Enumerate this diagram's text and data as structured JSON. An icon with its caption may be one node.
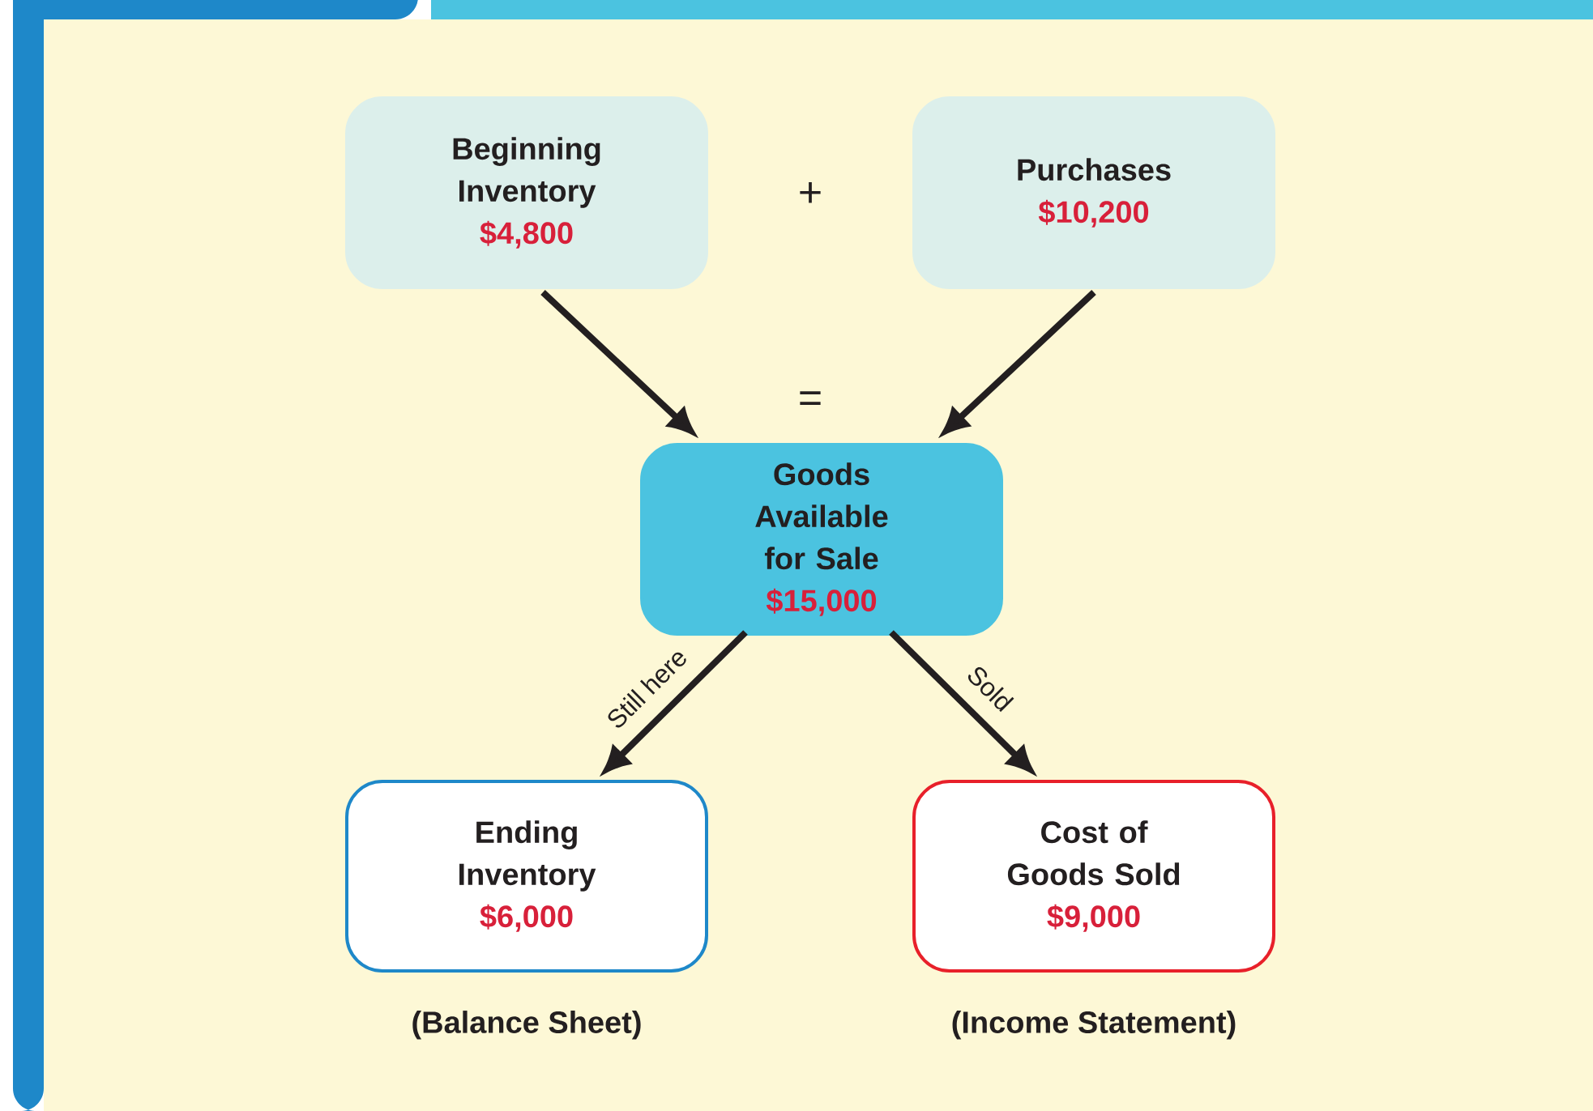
{
  "diagram": {
    "nodes": [
      {
        "text": [
          "Beginning Inventory",
          "$4,800"
        ]
      },
      {
        "text": [
          "Purchases",
          "$10,200"
        ]
      },
      {
        "text": [
          "Goods Available for Sale",
          "$15,000"
        ]
      },
      {
        "text": [
          "Ending Inventory",
          "$6,000"
        ],
        "beside": [
          "(Balance Sheet)"
        ]
      },
      {
        "text": [
          "Cost of Goods Sold",
          "$9,000"
        ],
        "beside": [
          "(Income Statement)"
        ]
      }
    ],
    "edges": [
      {
        "from": 0,
        "to": 2,
        "arrow": "to"
      },
      {
        "from": 1,
        "to": 2,
        "arrow": "to"
      },
      {
        "from": 2,
        "to": 3,
        "arrow": "to",
        "label": "Still here"
      },
      {
        "from": 2,
        "to": 4,
        "arrow": "to",
        "label": "Sold"
      }
    ],
    "labels": [
      "+",
      "="
    ]
  }
}
